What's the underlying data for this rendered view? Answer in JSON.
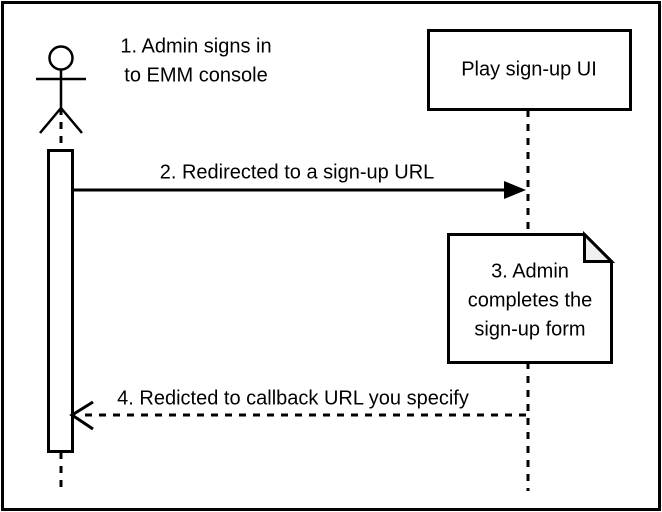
{
  "diagram": {
    "title": "EMM sign-up sequence diagram",
    "type": "uml-sequence-diagram",
    "background_color": "#ffffff",
    "line_color": "#000000",
    "fold_fill_color": "#f0f0f0"
  },
  "participants": [
    {
      "id": "admin",
      "kind": "actor",
      "icon_name": "actor-stick-figure-icon",
      "label": ""
    },
    {
      "id": "play-signup-ui",
      "kind": "object",
      "label": "Play sign-up UI"
    }
  ],
  "steps": [
    {
      "number": "1",
      "id": "step-1",
      "text_line_1": "1. Admin signs in",
      "text_line_2": "to EMM console",
      "kind": "annotation"
    },
    {
      "number": "2",
      "id": "step-2",
      "label": "2. Redirected to a sign-up URL",
      "kind": "message",
      "arrow_style": "solid",
      "arrow_head": "filled",
      "direction": "left-to-right"
    },
    {
      "number": "3",
      "id": "step-3",
      "kind": "note",
      "text_line_1": "3. Admin",
      "text_line_2": "completes the",
      "text_line_3": "sign-up form"
    },
    {
      "number": "4",
      "id": "step-4",
      "label": "4. Redicted to callback URL you specify",
      "kind": "message",
      "arrow_style": "dashed",
      "arrow_head": "open",
      "direction": "right-to-left"
    }
  ]
}
